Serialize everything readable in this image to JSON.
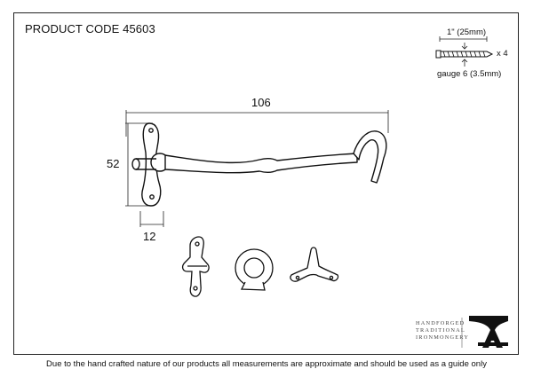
{
  "header": {
    "product_code": "PRODUCT CODE 45603"
  },
  "dimensions": {
    "length": "106",
    "height": "52",
    "width": "12"
  },
  "screw_spec": {
    "length": "1\" (25mm)",
    "quantity": "x 4",
    "gauge": "gauge 6 (3.5mm)"
  },
  "brand": {
    "line1": "HANDFORGED",
    "line2": "TRADITIONAL",
    "line3": "IRONMONGERY"
  },
  "footer": {
    "disclaimer": "Due to the hand crafted nature of our products all measurements are approximate and should be used as a guide only"
  }
}
